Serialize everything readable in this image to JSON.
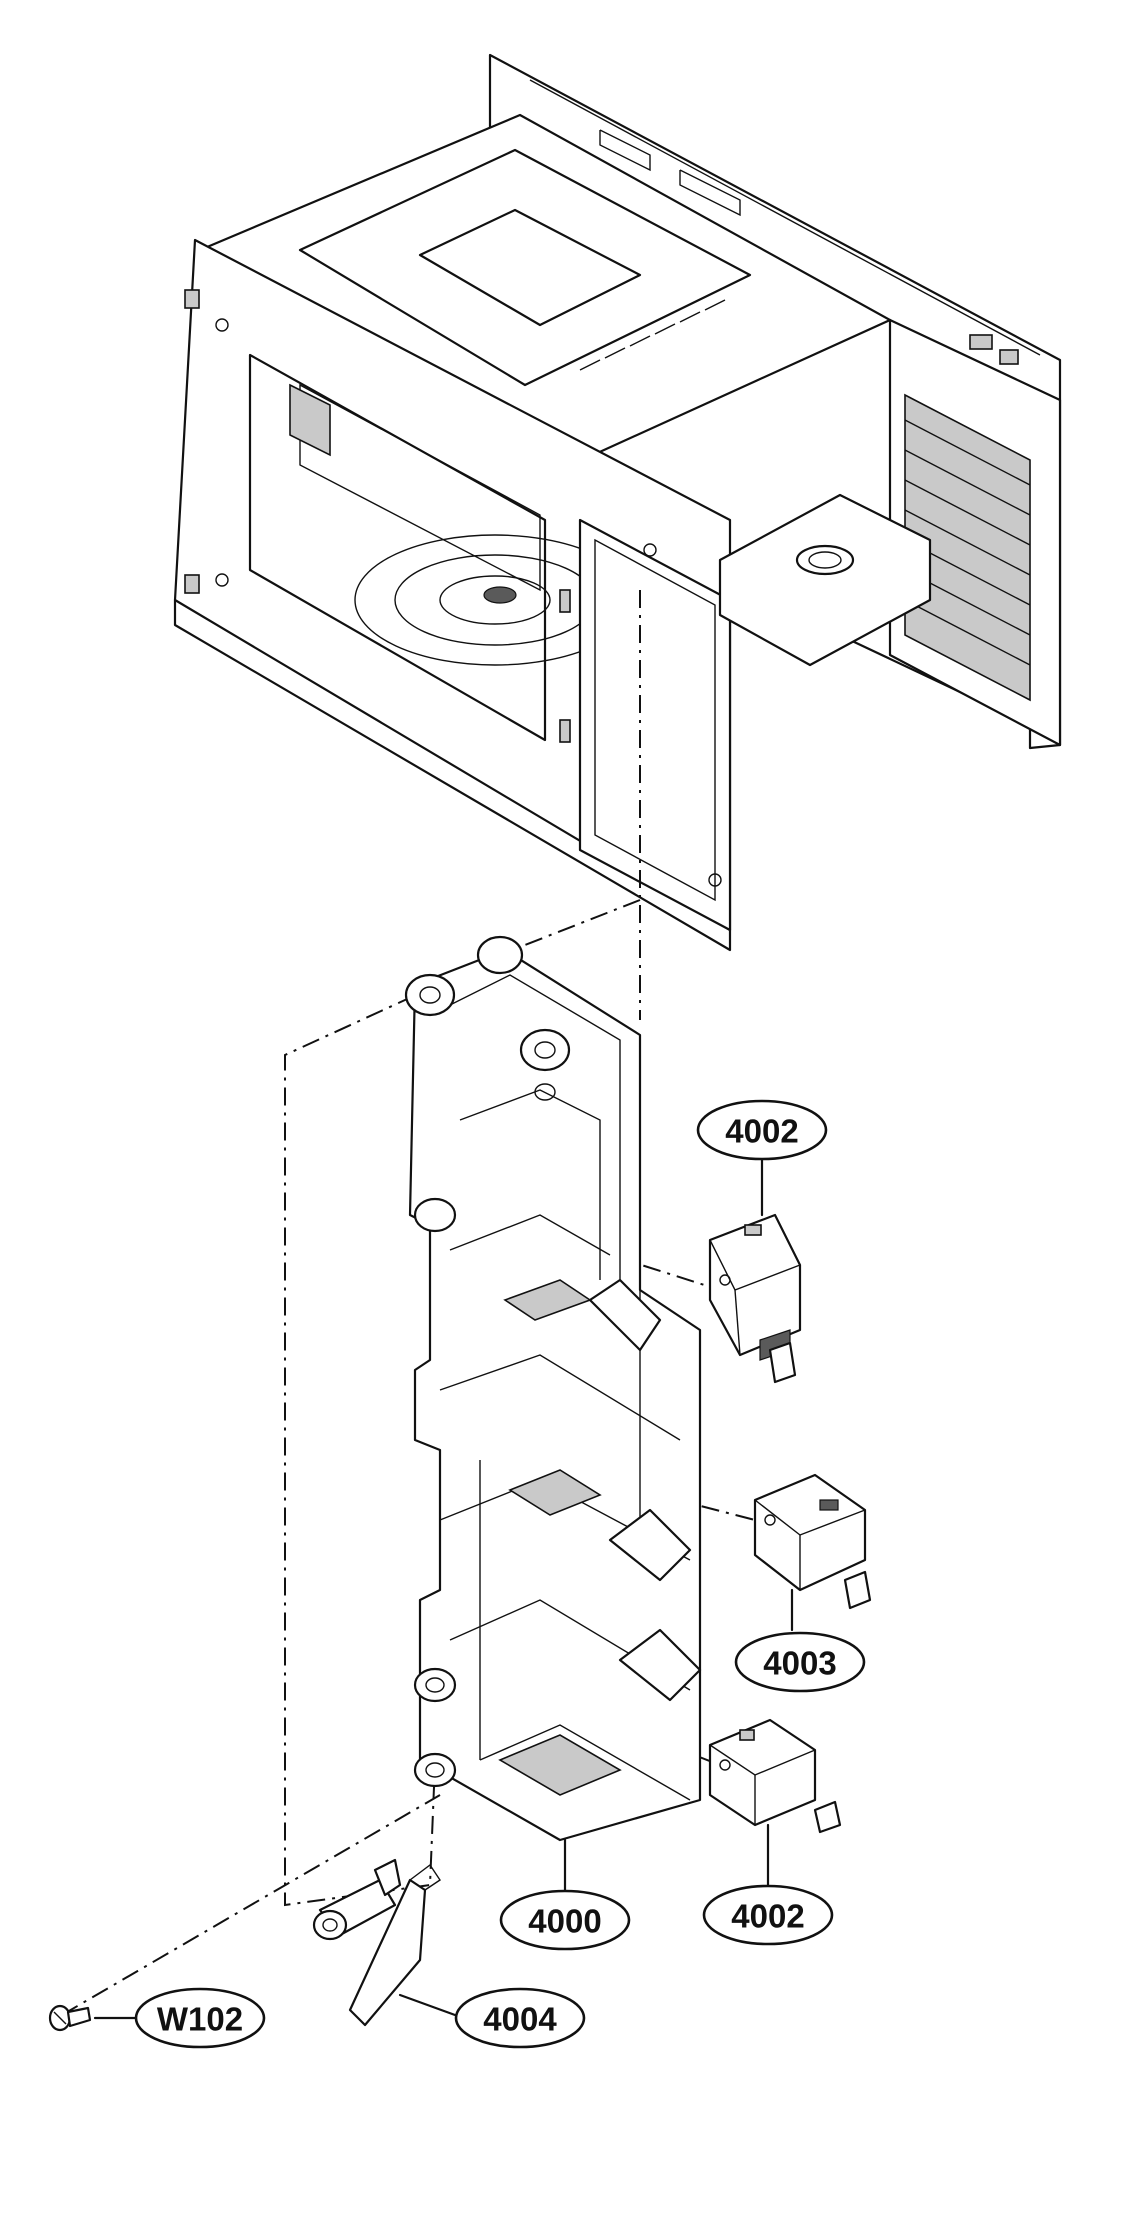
{
  "parts": {
    "cavity": "",
    "latch_board": "",
    "switch_upper": "",
    "switch_middle": "",
    "switch_lower": "",
    "lever": "",
    "screw": ""
  },
  "callouts": [
    {
      "id": "c-4002-top",
      "label": "4002"
    },
    {
      "id": "c-4003",
      "label": "4003"
    },
    {
      "id": "c-4000",
      "label": "4000"
    },
    {
      "id": "c-4002-bottom",
      "label": "4002"
    },
    {
      "id": "c-4004",
      "label": "4004"
    },
    {
      "id": "c-w102",
      "label": "W102"
    }
  ]
}
